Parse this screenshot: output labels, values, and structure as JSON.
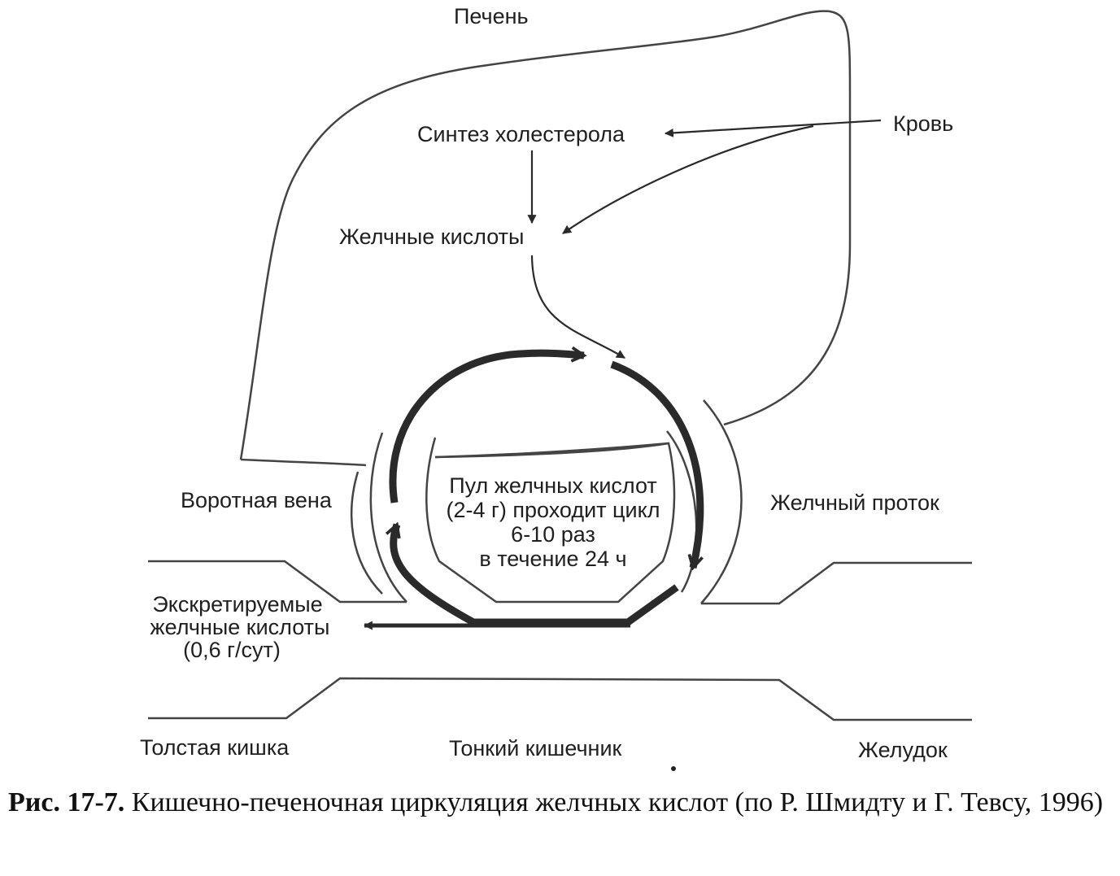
{
  "labels": {
    "liver": "Печень",
    "cholesterol_synthesis": "Синтез холестерола",
    "blood": "Кровь",
    "bile_acids": "Желчные кислоты",
    "portal_vein": "Воротная вена",
    "bile_duct": "Желчный проток",
    "pool_line1": "Пул желчных кислот",
    "pool_line2": "(2-4 г) проходит цикл",
    "pool_line3": "6-10 раз",
    "pool_line4": "в течение 24 ч",
    "excreted_line1": "Экскретируемые",
    "excreted_line2": "желчные кислоты",
    "excreted_line3": "(0,6 г/сут)",
    "colon": "Толстая кишка",
    "small_intestine": "Тонкий кишечник",
    "stomach": "Желудок"
  },
  "caption": {
    "prefix": "Рис. 17-7.",
    "text": "Кишечно-печеночная циркуляция желчных кислот (по Р. Шмидту и Г. Тевсу, 1996)"
  }
}
